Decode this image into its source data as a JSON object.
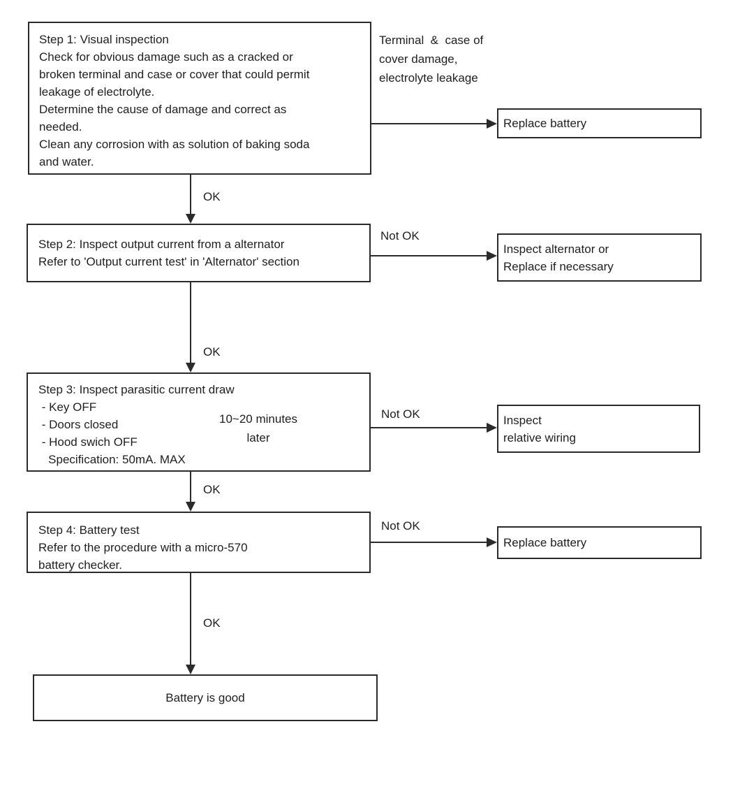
{
  "colors": {
    "line": "#2b2b2b",
    "text": "#1f1f1f",
    "background": "#ffffff"
  },
  "labels": {
    "ok": "OK",
    "not_ok": "Not OK"
  },
  "steps": {
    "step1": {
      "text": "Step 1: Visual inspection\nCheck for obvious damage such as a cracked or\nbroken terminal and case or cover that could permit\nleakage of electrolyte.\nDetermine the cause of damage and correct as\nneeded.\nClean any corrosion with as solution of baking soda\nand water."
    },
    "step2": {
      "text": "Step 2: Inspect output current from a alternator\nRefer to 'Output current test' in 'Alternator' section"
    },
    "step3": {
      "text": "Step 3: Inspect parasitic current draw\n - Key OFF\n - Doors closed\n - Hood swich OFF\n   Specification: 50mA. MAX",
      "timer_note": "10~20 minutes\nlater"
    },
    "step4": {
      "text": "Step 4: Battery test\nRefer to the procedure with a micro-570\nbattery checker."
    }
  },
  "annotations": {
    "damage_note": "Terminal  &  case of\ncover damage,\nelectrolyte leakage"
  },
  "outcomes": {
    "replace_battery_top": "Replace battery",
    "inspect_alternator": "Inspect alternator or\nReplace if necessary",
    "inspect_wiring": "Inspect\nrelative wiring",
    "replace_battery_bottom": "Replace battery",
    "battery_good": "Battery is good"
  }
}
